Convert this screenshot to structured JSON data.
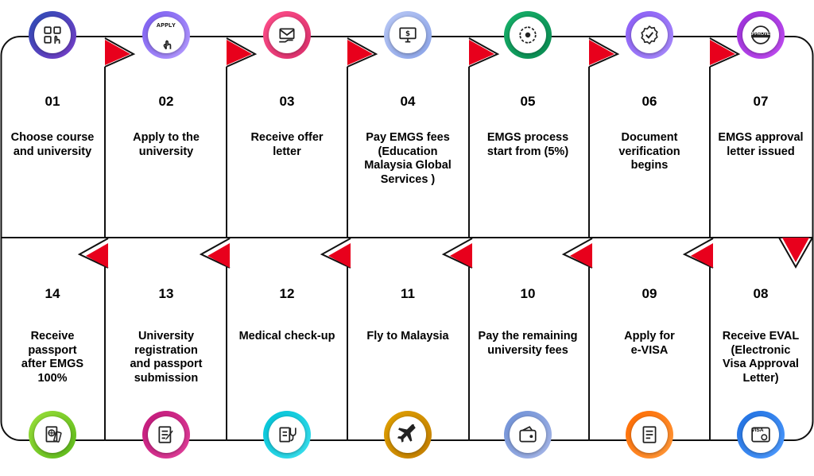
{
  "steps": [
    {
      "num": "01",
      "label": "Choose course\nand university",
      "icon": "course-selection-icon",
      "c1": "#2a4db5",
      "c2": "#7a3cc8"
    },
    {
      "num": "02",
      "label": "Apply to the\nuniversity",
      "icon": "apply-icon",
      "apply_text": "APPLY",
      "c1": "#7a5cf0",
      "c2": "#b69cff"
    },
    {
      "num": "03",
      "label": "Receive offer\nletter",
      "icon": "offer-letter-icon",
      "c1": "#ff4f8b",
      "c2": "#d92e6a"
    },
    {
      "num": "04",
      "label": "Pay EMGS fees\n(Education\nMalaysia Global\nServices )",
      "icon": "online-payment-icon",
      "c1": "#b9c8f5",
      "c2": "#8aa3e8"
    },
    {
      "num": "05",
      "label": "EMGS process\nstart from (5%)",
      "icon": "process-icon",
      "c1": "#17b26a",
      "c2": "#0a8a52"
    },
    {
      "num": "06",
      "label": "Document\nverification\nbegins",
      "icon": "verification-badge-icon",
      "c1": "#8b5cf6",
      "c2": "#a78bfa"
    },
    {
      "num": "07",
      "label": "EMGS approval\nletter issued",
      "icon": "approved-stamp-icon",
      "approved_text": "APPROVED",
      "c1": "#9b30d9",
      "c2": "#c04cf0"
    },
    {
      "num": "08",
      "label": "Receive EVAL\n(Electronic\nVisa Approval\nLetter)",
      "icon": "visa-card-icon",
      "visa_text": "VISA",
      "c1": "#1f6fe0",
      "c2": "#4f9cff"
    },
    {
      "num": "09",
      "label": "Apply for\ne-VISA",
      "icon": "form-document-icon",
      "c1": "#ff6a00",
      "c2": "#ff9a3c"
    },
    {
      "num": "10",
      "label": "Pay the remaining\nuniversity fees",
      "icon": "wallet-payment-icon",
      "c1": "#6c8fd6",
      "c2": "#a9b8e8"
    },
    {
      "num": "11",
      "label": "Fly to Malaysia",
      "icon": "airplane-icon",
      "c1": "#e0a100",
      "c2": "#c27d00"
    },
    {
      "num": "12",
      "label": "Medical check-up",
      "icon": "medical-checkup-icon",
      "c1": "#00c2d6",
      "c2": "#3de0ee"
    },
    {
      "num": "13",
      "label": "University\nregistration\nand passport\nsubmission",
      "icon": "registration-form-icon",
      "c1": "#c2187a",
      "c2": "#e0409a"
    },
    {
      "num": "14",
      "label": "Receive\npassport\nafter EMGS\n100%",
      "icon": "passport-icon",
      "c1": "#9be03a",
      "c2": "#5ab81a"
    }
  ],
  "colors": {
    "arrow": "#e8001c",
    "line": "#111111"
  }
}
